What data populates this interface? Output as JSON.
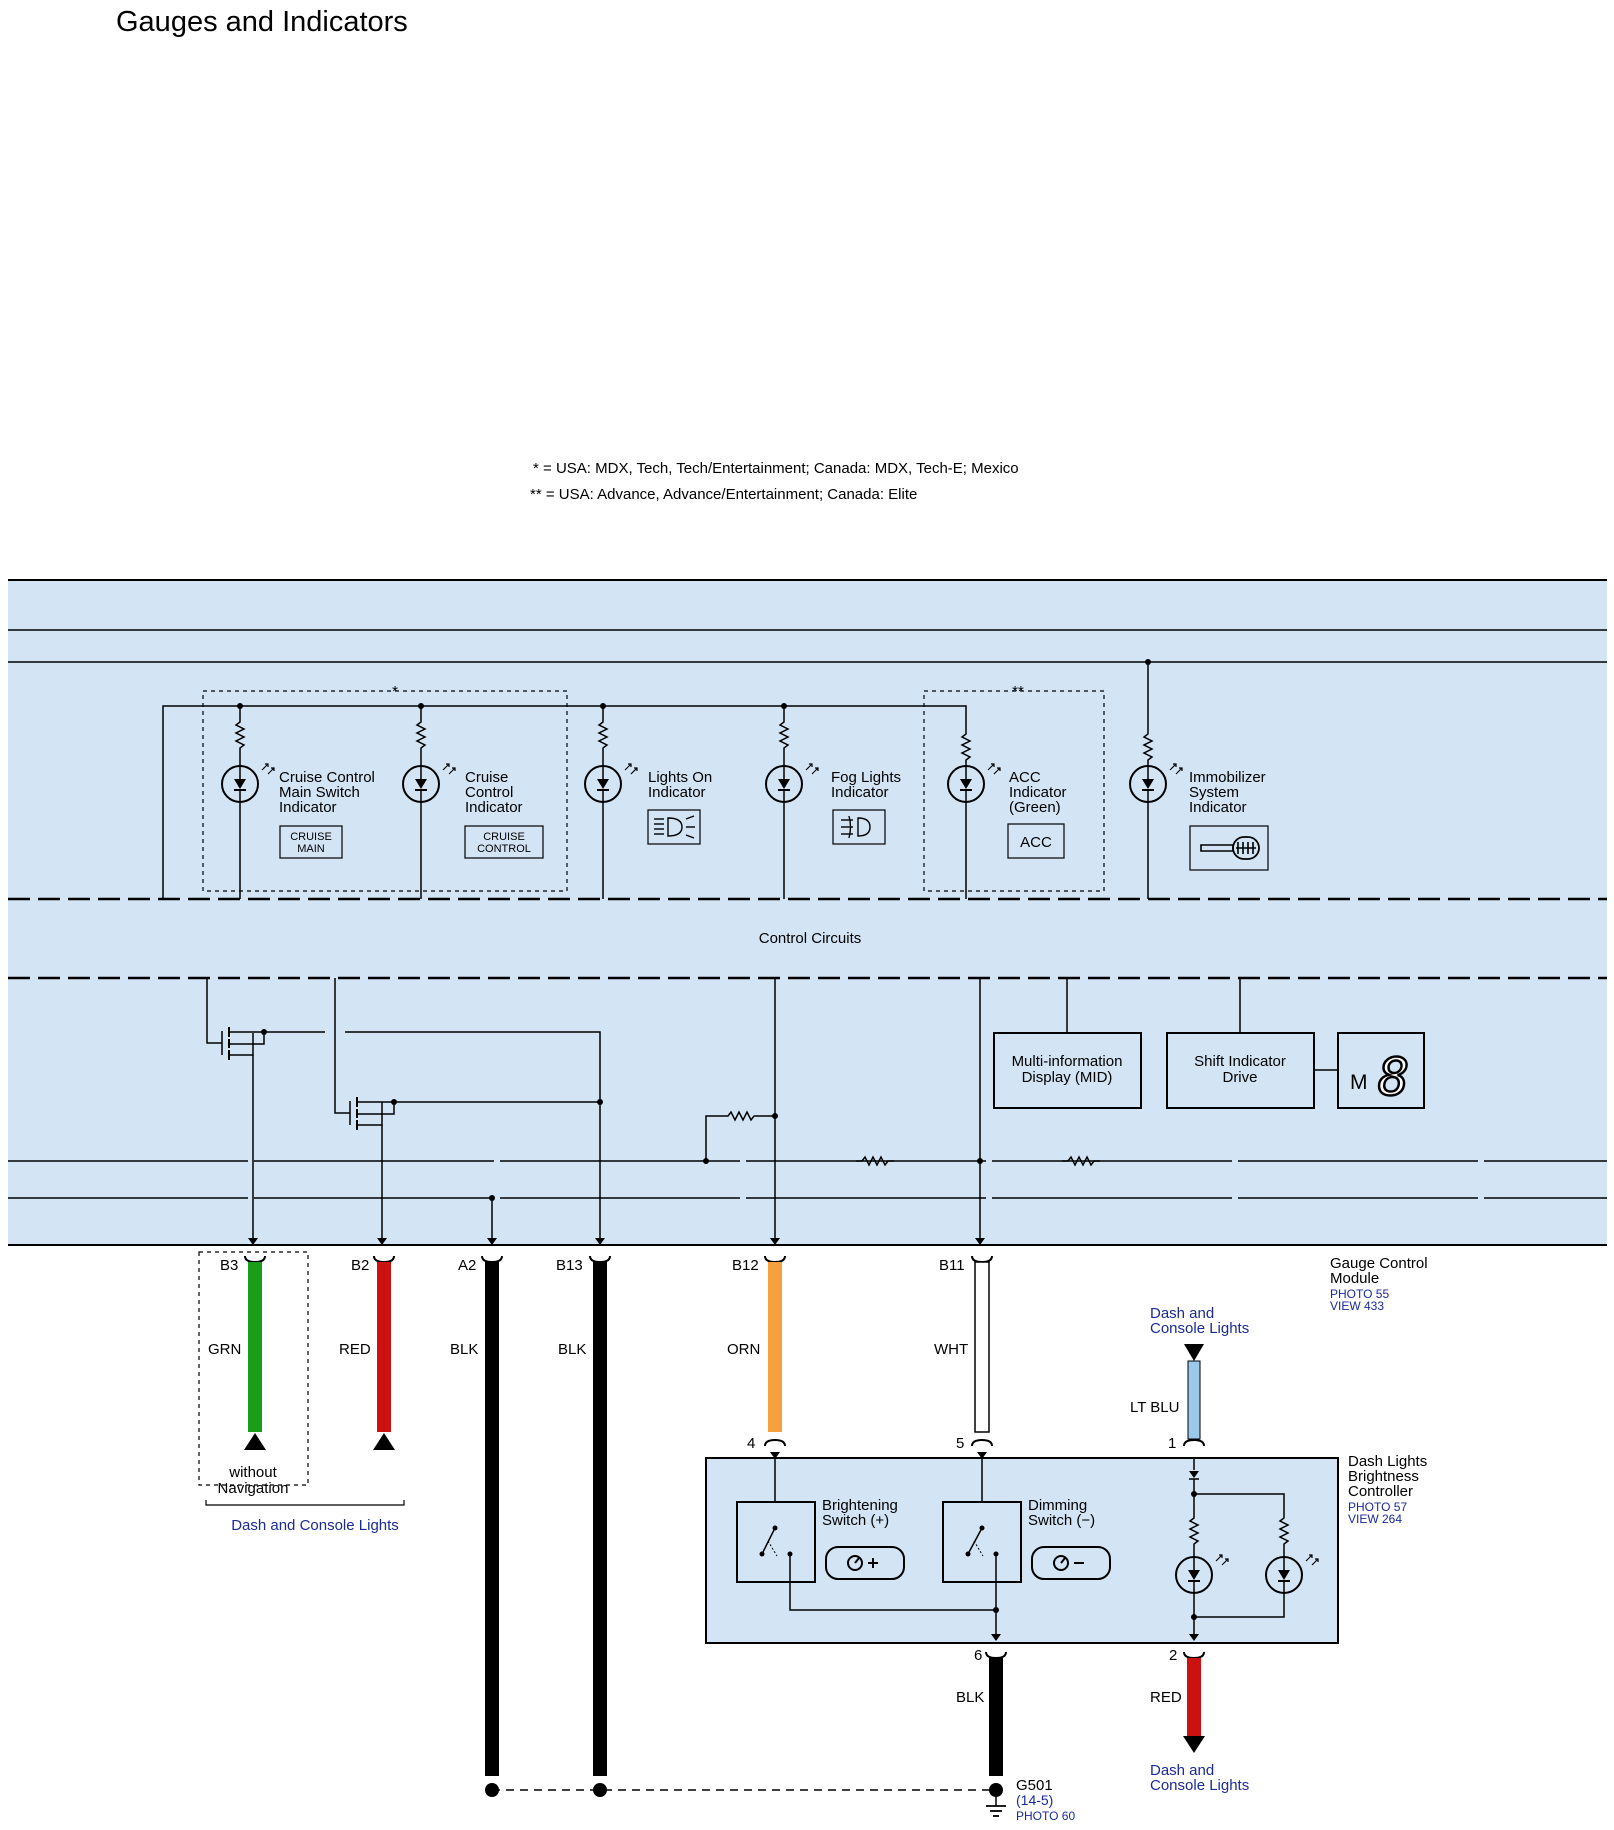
{
  "page": {
    "title": "Gauges and Indicators"
  },
  "notes": [
    {
      "symbol": "*",
      "eq": "=",
      "text": "USA: MDX, Tech, Tech/Entertainment; Canada: MDX, Tech-E; Mexico"
    },
    {
      "symbol": "**",
      "eq": "=",
      "text": "USA: Advance, Advance/Entertainment; Canada: Elite"
    }
  ],
  "module": {
    "name_line1": "Gauge Control",
    "name_line2": "Module",
    "photo": "PHOTO 55",
    "view": "VIEW 433",
    "control_circuits": "Control Circuits",
    "group_marks": {
      "star": "*",
      "double_star": "**"
    },
    "indicators": [
      {
        "lines": [
          "Cruise Control",
          "Main Switch",
          "Indicator"
        ],
        "badge": [
          "CRUISE",
          "MAIN"
        ]
      },
      {
        "lines": [
          "Cruise",
          "Control",
          "Indicator"
        ],
        "badge": [
          "CRUISE",
          "CONTROL"
        ]
      },
      {
        "lines": [
          "Lights On",
          "Indicator"
        ],
        "icon": "headlight-icon"
      },
      {
        "lines": [
          "Fog Lights",
          "Indicator"
        ],
        "icon": "fog-light-icon"
      },
      {
        "lines": [
          "ACC",
          "Indicator",
          "(Green)"
        ],
        "badge": [
          "ACC"
        ]
      },
      {
        "lines": [
          "Immobilizer",
          "System",
          "Indicator"
        ],
        "icon": "key-icon"
      }
    ],
    "mid": [
      "Multi-information",
      "Display (MID)"
    ],
    "shift_drive": [
      "Shift Indicator",
      "Drive"
    ],
    "shift_display": {
      "letter": "M",
      "digit": "8"
    }
  },
  "wires": [
    {
      "pin": "B3",
      "color_label": "GRN",
      "hex": "#1a9e1a"
    },
    {
      "pin": "B2",
      "color_label": "RED",
      "hex": "#cc1111"
    },
    {
      "pin": "A2",
      "color_label": "BLK",
      "hex": "#000000"
    },
    {
      "pin": "B13",
      "color_label": "BLK",
      "hex": "#000000"
    },
    {
      "pin": "B12",
      "color_label": "ORN",
      "hex": "#f7a040"
    },
    {
      "pin": "B11",
      "color_label": "WHT",
      "hex": "#ffffff"
    },
    {
      "pin": "1",
      "color_label": "LT BLU",
      "hex": "#9cc8ec"
    },
    {
      "pin": "6",
      "color_label": "BLK",
      "hex": "#000000"
    },
    {
      "pin": "2",
      "color_label": "RED",
      "hex": "#cc1111"
    }
  ],
  "dash_pins": {
    "p4": "4",
    "p5": "5"
  },
  "without_nav": [
    "without",
    "Navigation"
  ],
  "dash_console_lights": [
    "Dash and",
    "Console Lights"
  ],
  "dash_console_lights_single": "Dash and Console Lights",
  "controller": {
    "name": [
      "Dash Lights",
      "Brightness",
      "Controller"
    ],
    "photo": "PHOTO 57",
    "view": "VIEW 264",
    "brightening": [
      "Brightening",
      "Switch (+)"
    ],
    "dimming": [
      "Dimming",
      "Switch (−)"
    ]
  },
  "ground": {
    "name": "G501",
    "ref": "(14-5)",
    "photo": "PHOTO 60"
  },
  "colors": {
    "module_fill": "#d3e4f5",
    "text_blue": "#1a2a9a"
  }
}
